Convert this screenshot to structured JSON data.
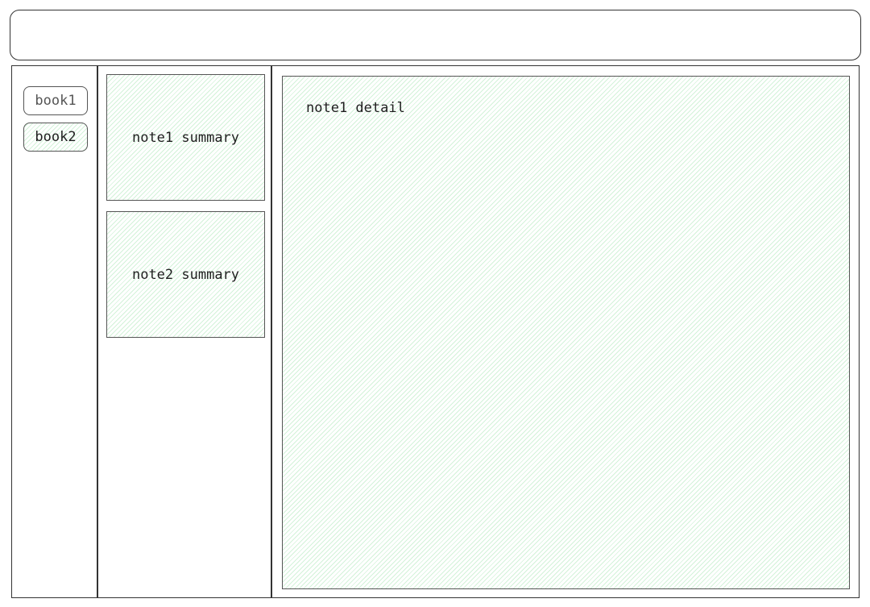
{
  "books": [
    {
      "label": "book1",
      "selected": false
    },
    {
      "label": "book2",
      "selected": true
    }
  ],
  "notes": [
    {
      "summary": "note1 summary"
    },
    {
      "summary": "note2 summary"
    }
  ],
  "detail": {
    "text": "note1 detail"
  },
  "colors": {
    "hatch": "#d3f2d9",
    "stroke": "#333333"
  }
}
